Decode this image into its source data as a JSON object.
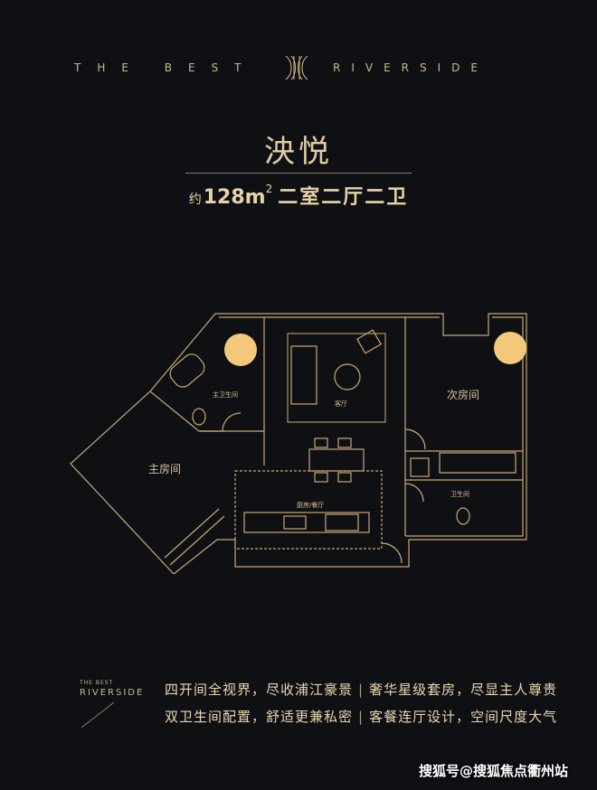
{
  "brand": {
    "left_text": "THE BEST",
    "right_text": "RIVERSIDE"
  },
  "unit": {
    "name": "泱悦",
    "area_prefix": "约",
    "area_value": "128m",
    "area_superscript": "2",
    "layout": "二室二厅二卫"
  },
  "rooms": {
    "master_bath": "主卫生间",
    "living": "客厅",
    "second_bedroom": "次房间",
    "master_bedroom": "主房间",
    "kitchen_dining": "厨房/餐厅",
    "bathroom": "卫生间"
  },
  "footer": {
    "brand_small": "THE BEST",
    "brand_big": "RIVERSIDE",
    "row1": {
      "left": "四开间全视界，尽收浦江豪景",
      "sep": "|",
      "right": "奢华星级套房，尽显主人尊贵"
    },
    "row2": {
      "left": "双卫生间配置，舒适更兼私密",
      "sep": "|",
      "right": "客餐连厅设计，空间尺度大气"
    }
  },
  "watermark": "搜狐号@搜狐焦点衢州站",
  "colors": {
    "background": "#0f1014",
    "gold": "#cfb78a",
    "sun": "#f4c87c"
  }
}
